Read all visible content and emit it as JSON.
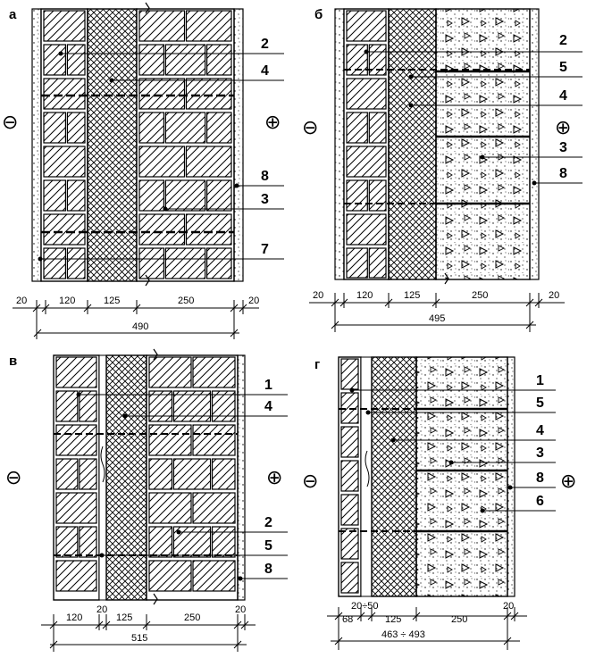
{
  "panels": [
    {
      "id": "a",
      "letter": "а",
      "callouts": [
        "2",
        "4",
        "8",
        "3",
        "7"
      ],
      "dims_top": [
        "20",
        "120",
        "125",
        "250",
        "20"
      ],
      "dim_total": "490"
    },
    {
      "id": "b",
      "letter": "б",
      "callouts": [
        "2",
        "5",
        "4",
        "3",
        "8"
      ],
      "dims_top": [
        "20",
        "120",
        "125",
        "250",
        "20"
      ],
      "dim_total": "495"
    },
    {
      "id": "v",
      "letter": "в",
      "callouts": [
        "1",
        "4",
        "2",
        "5",
        "8"
      ],
      "dims_top": [
        "120",
        "20",
        "125",
        "250",
        "20"
      ],
      "dim_total": "515"
    },
    {
      "id": "g",
      "letter": "г",
      "callouts": [
        "1",
        "5",
        "4",
        "3",
        "8",
        "6"
      ],
      "dims_top": [
        "68",
        "20÷50",
        "125",
        "250",
        "20"
      ],
      "dim_total": "463 ÷ 493"
    }
  ],
  "side_labels": {
    "minus": "⊖",
    "plus": "⊕"
  },
  "colors": {
    "line": "#000000",
    "paper": "#ffffff"
  }
}
